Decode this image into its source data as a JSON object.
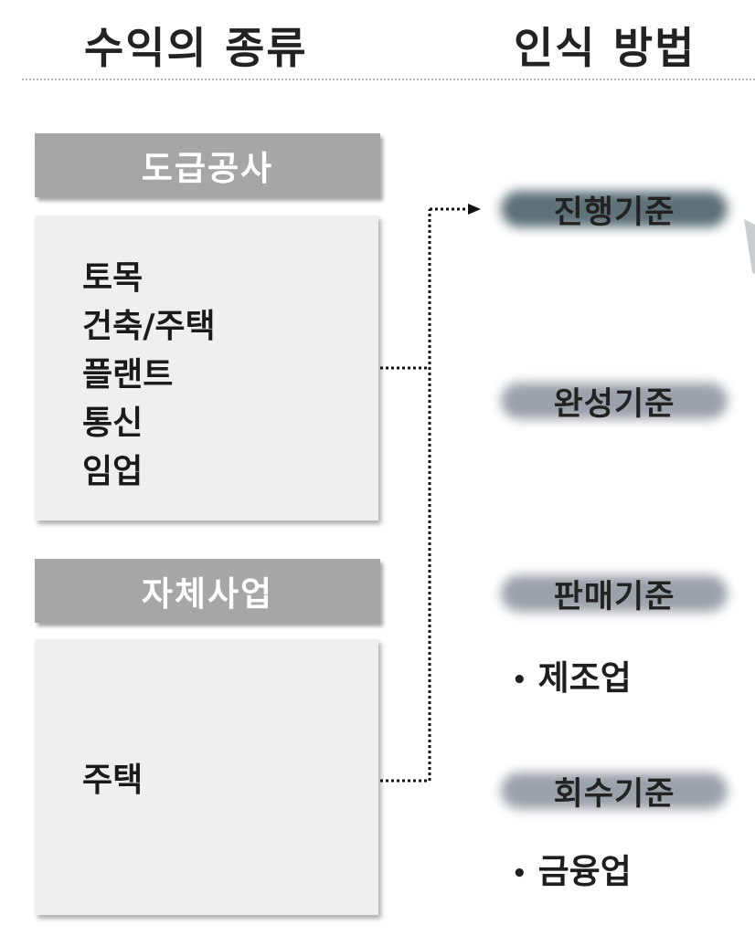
{
  "headers": {
    "left": "수익의 종류",
    "right": "인식 방법"
  },
  "categories": [
    {
      "title": "도급공사",
      "items": [
        "토목",
        "건축/주택",
        "플랜트",
        "통신",
        "임업"
      ]
    },
    {
      "title": "자체사업",
      "items": [
        "주택"
      ]
    }
  ],
  "methods": [
    {
      "label": "진행기준",
      "color": "#5d7177"
    },
    {
      "label": "완성기준",
      "color": "#9ba1a9"
    },
    {
      "label": "판매기준",
      "color": "#9ba1a9",
      "bullet": "제조업"
    },
    {
      "label": "회수기준",
      "color": "#9ba1a9",
      "bullet": "금융업"
    }
  ],
  "bullet_symbol": "•",
  "colors": {
    "category_header_bg": "#a6a6a6",
    "category_body_bg": "#efefef",
    "connector": "#111111"
  }
}
